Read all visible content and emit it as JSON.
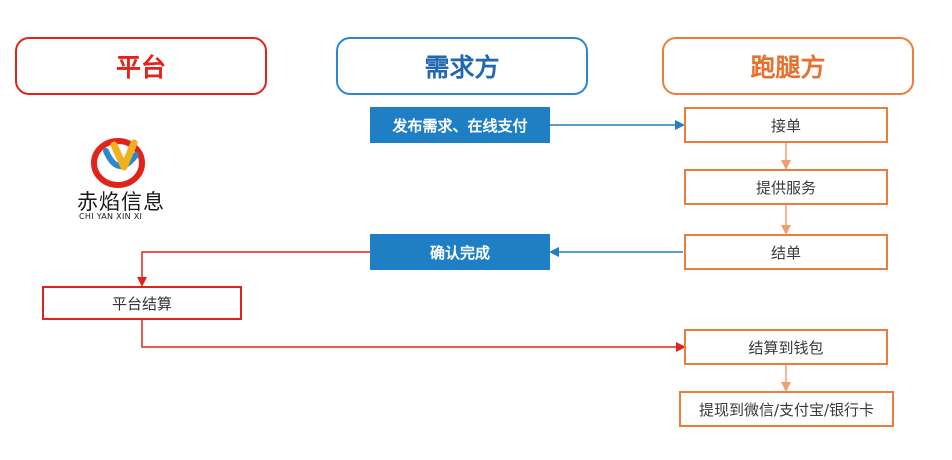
{
  "lanes": {
    "platform": {
      "title": "平台",
      "color": "#e0241b"
    },
    "demand": {
      "title": "需求方",
      "color": "#2e86cf"
    },
    "runner": {
      "title": "跑腿方",
      "color": "#ee7d3b"
    }
  },
  "logo": {
    "name_cn": "赤焰信息",
    "name_en": "CHI YAN XIN XI"
  },
  "steps": {
    "publish_pay": "发布需求、在线支付",
    "accept": "接单",
    "provide_service": "提供服务",
    "finish_order": "结单",
    "confirm_complete": "确认完成",
    "platform_settle": "平台结算",
    "settle_to_wallet": "结算到钱包",
    "withdraw": "提现到微信/支付宝/银行卡"
  },
  "colors": {
    "blue": "#1f7fc4",
    "orange": "#ee7d3b",
    "red": "#e0241b"
  }
}
